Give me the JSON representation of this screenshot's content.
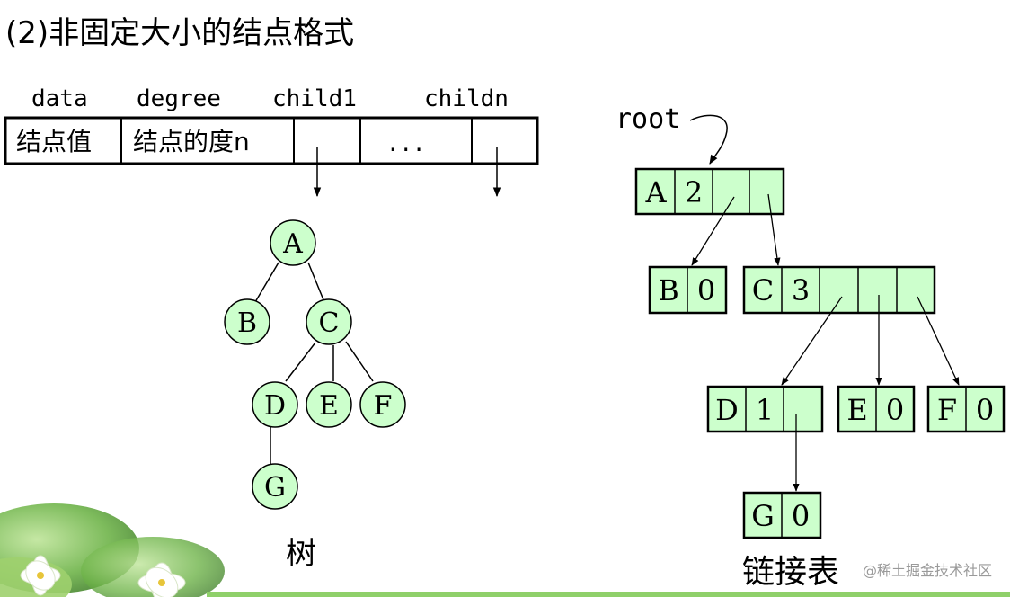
{
  "title": "(2)非固定大小的结点格式",
  "format": {
    "headers": {
      "data": "data",
      "degree": "degree",
      "child1": "child1",
      "childn": "childn"
    },
    "cells": {
      "value": "结点值",
      "degree": "结点的度n",
      "ellipsis": "..."
    }
  },
  "tree": {
    "caption": "树",
    "nodes": {
      "A": "A",
      "B": "B",
      "C": "C",
      "D": "D",
      "E": "E",
      "F": "F",
      "G": "G"
    }
  },
  "linked": {
    "caption": "链接表",
    "root_label": "root",
    "nodes": {
      "A": {
        "label": "A",
        "degree": "2"
      },
      "B": {
        "label": "B",
        "degree": "0"
      },
      "C": {
        "label": "C",
        "degree": "3"
      },
      "D": {
        "label": "D",
        "degree": "1"
      },
      "E": {
        "label": "E",
        "degree": "0"
      },
      "F": {
        "label": "F",
        "degree": "0"
      },
      "G": {
        "label": "G",
        "degree": "0"
      }
    }
  },
  "watermark": "@稀土掘金技术社区",
  "colors": {
    "node_fill": "#ccffcc",
    "stroke": "#000000",
    "watermark": "#9a9a9a"
  }
}
